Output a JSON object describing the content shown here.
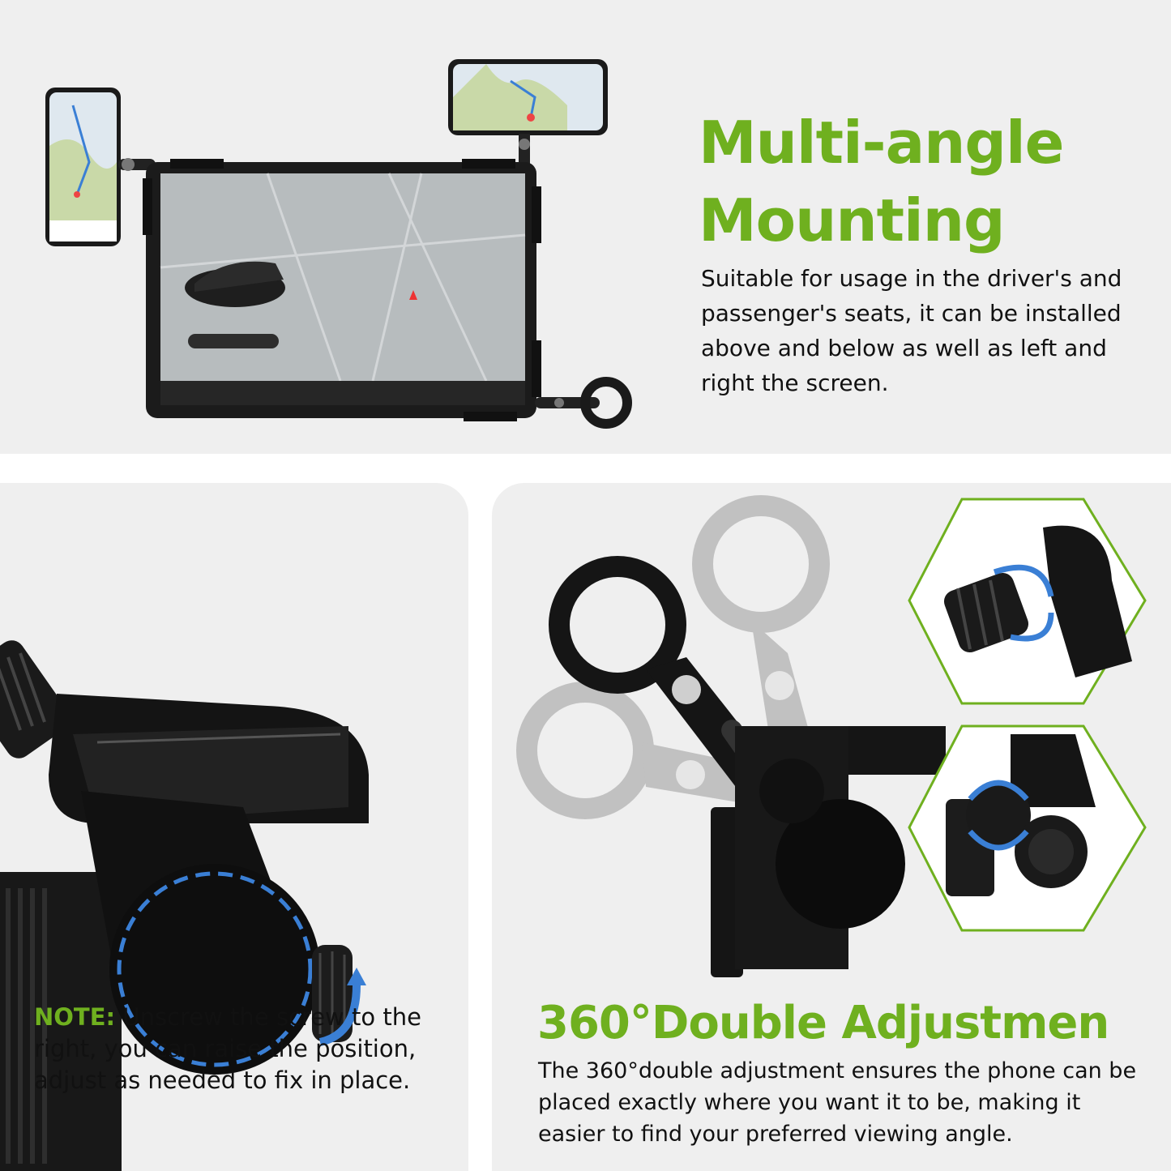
{
  "top": {
    "title_line1": "Multi-angle",
    "title_line2": "Mounting",
    "description": "Suitable for usage in the driver's and passenger's seats, it can be installed above and below as well as  left and right the screen."
  },
  "note": {
    "label": "NOTE:",
    "text": " Unscrew the screw to the right, you can raise the position, adjust as needed to fix in place."
  },
  "adjust": {
    "title": "360°Double Adjustmen",
    "description": "The 360°double adjustment ensures the phone can be placed exactly where you want it to be, making it easier to find your preferred viewing angle."
  },
  "colors": {
    "accent_green": "#6fb01f",
    "arrow_blue": "#3a7fd5",
    "panel_gray": "#efefef"
  }
}
